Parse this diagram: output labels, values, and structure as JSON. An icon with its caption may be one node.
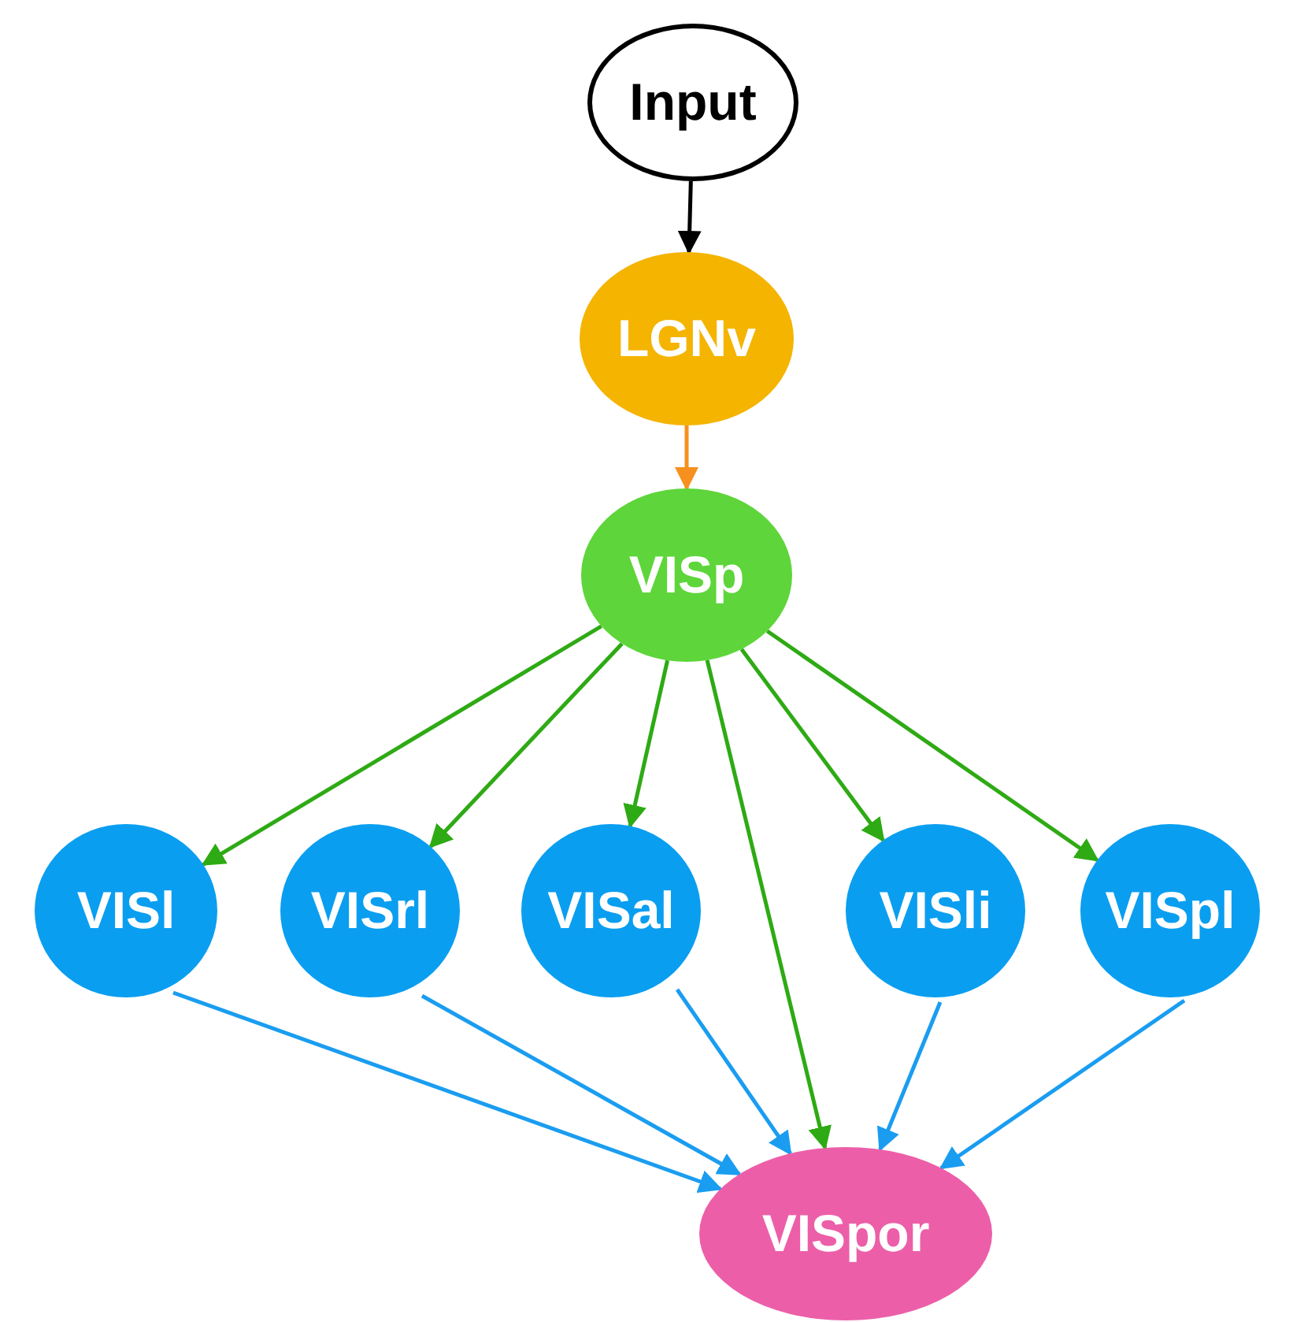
{
  "diagram": {
    "nodes": [
      {
        "text": [
          "Input"
        ]
      },
      {
        "text": [
          "LGNv"
        ]
      },
      {
        "text": [
          "VISp"
        ]
      },
      {
        "text": [
          "VISl"
        ]
      },
      {
        "text": [
          "VISrl"
        ]
      },
      {
        "text": [
          "VISal"
        ]
      },
      {
        "text": [
          "VISli"
        ]
      },
      {
        "text": [
          "VISpl"
        ]
      },
      {
        "text": [
          "VISpor"
        ]
      }
    ],
    "edges": [
      {
        "from": 0,
        "to": 1,
        "arrow": "to",
        "color": "#000000"
      },
      {
        "from": 1,
        "to": 2,
        "arrow": "to",
        "color": "#f7901e"
      },
      {
        "from": 2,
        "to": 3,
        "arrow": "to"
      },
      {
        "from": 2,
        "to": 4,
        "arrow": "to"
      },
      {
        "from": 2,
        "to": 5,
        "arrow": "to"
      },
      {
        "from": 2,
        "to": 8,
        "arrow": "to"
      },
      {
        "from": 2,
        "to": 6,
        "arrow": "to"
      },
      {
        "from": 2,
        "to": 7,
        "arrow": "to"
      },
      {
        "from": 3,
        "to": 8,
        "arrow": "to",
        "color": "#1a9df0"
      },
      {
        "from": 4,
        "to": 8,
        "arrow": "to",
        "color": "#1a9df0"
      },
      {
        "from": 5,
        "to": 8,
        "arrow": "to",
        "color": "#1a9df0"
      },
      {
        "from": 6,
        "to": 8,
        "arrow": "to",
        "color": "#1a9df0"
      },
      {
        "from": 7,
        "to": 8,
        "arrow": "to",
        "color": "#1a9df0"
      }
    ]
  }
}
